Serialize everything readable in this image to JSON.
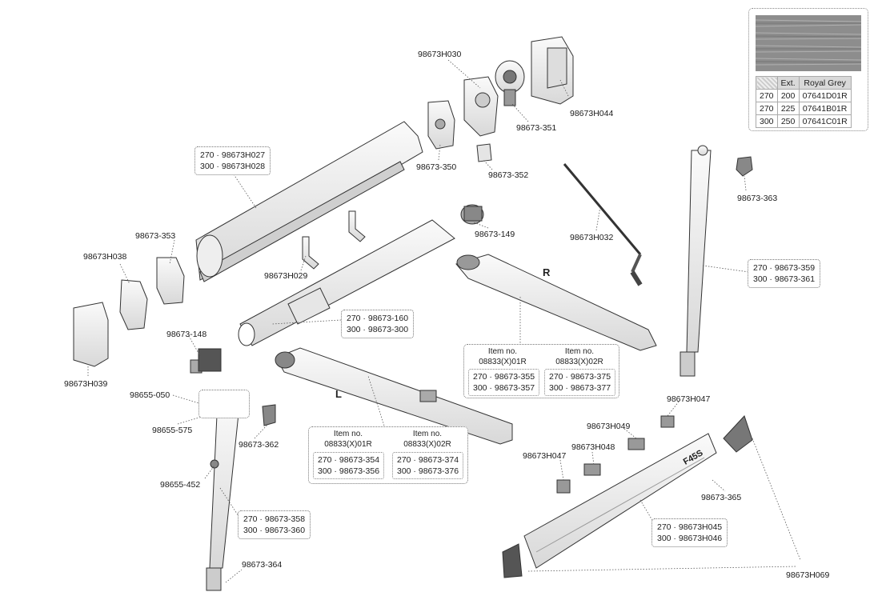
{
  "colour_table": {
    "headers": [
      "",
      "Ext.",
      "Royal Grey"
    ],
    "rows": [
      [
        "270",
        "200",
        "07641D01R"
      ],
      [
        "270",
        "225",
        "07641B01R"
      ],
      [
        "300",
        "250",
        "07641C01R"
      ]
    ]
  },
  "labels": {
    "p_030": "98673H030",
    "p_044": "98673H044",
    "p_351": "98673-351",
    "p_350": "98673-350",
    "p_352": "98673-352",
    "p_363": "98673-363",
    "p_149": "98673-149",
    "p_h032": "98673H032",
    "p_353": "98673-353",
    "p_h038": "98673H038",
    "p_h029": "98673H029",
    "p_148": "98673-148",
    "p_h039": "98673H039",
    "p_050": "98655-050",
    "p_575": "98655-575",
    "p_362": "98673-362",
    "p_452": "98655-452",
    "p_364": "98673-364",
    "p_h047a": "98673H047",
    "p_h049": "98673H049",
    "p_h048": "98673H048",
    "p_h047b": "98673H047",
    "p_365": "98673-365",
    "p_h069": "98673H069",
    "side_r": "R",
    "side_l": "L"
  },
  "boxes": {
    "b_027": [
      "270 · 98673H027",
      "300 · 98673H028"
    ],
    "b_359": [
      "270 · 98673-359",
      "300 · 98673-361"
    ],
    "b_160": [
      "270 · 98673-160",
      "300 · 98673-300"
    ],
    "b_358": [
      "270 · 98673-358",
      "300 · 98673-360"
    ],
    "b_h045": [
      "270 · 98673H045",
      "300 · 98673H046"
    ]
  },
  "groups": {
    "right_arm": {
      "left": {
        "item": "Item no.",
        "code": "08833(X)01R",
        "lines": [
          "270 · 98673-355",
          "300 · 98673-357"
        ]
      },
      "right": {
        "item": "Item no.",
        "code": "08833(X)02R",
        "lines": [
          "270 · 98673-375",
          "300 · 98673-377"
        ]
      }
    },
    "left_arm": {
      "left": {
        "item": "Item no.",
        "code": "08833(X)01R",
        "lines": [
          "270 · 98673-354",
          "300 · 98673-356"
        ]
      },
      "right": {
        "item": "Item no.",
        "code": "08833(X)02R",
        "lines": [
          "270 · 98673-374",
          "300 · 98673-376"
        ]
      }
    }
  },
  "product_mark": "F45S"
}
